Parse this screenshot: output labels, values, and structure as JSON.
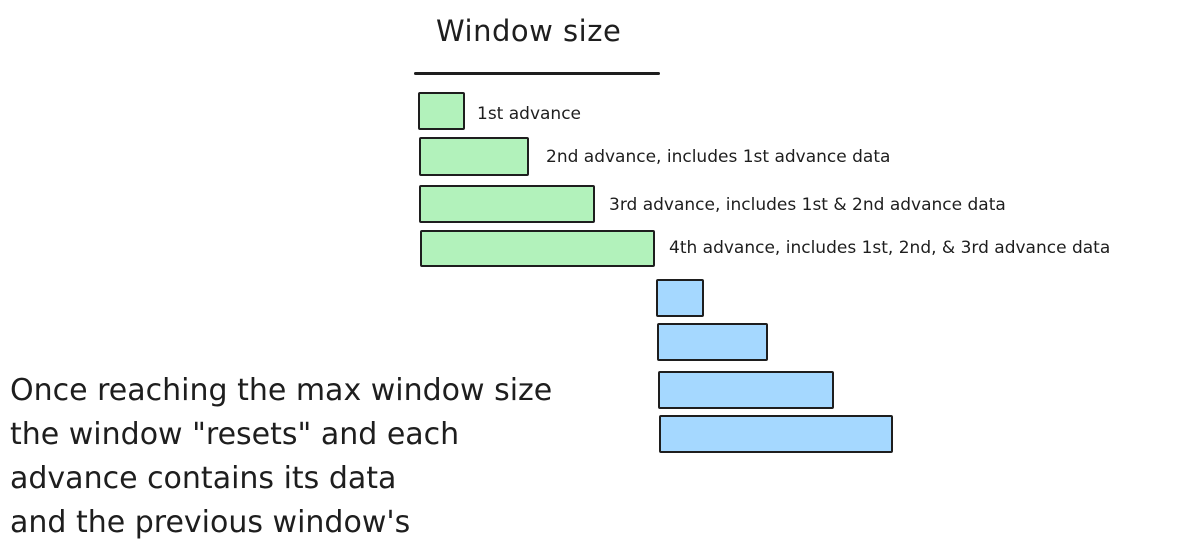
{
  "title": "Window size",
  "advances": [
    {
      "label": "1st advance"
    },
    {
      "label": "2nd advance, includes 1st advance data"
    },
    {
      "label": "3rd advance, includes 1st & 2nd advance data"
    },
    {
      "label": "4th advance, includes 1st, 2nd, & 3rd advance data"
    }
  ],
  "note_lines": [
    "Once reaching the max window size",
    "the window \"resets\" and each",
    "advance contains its data",
    "and the previous window's"
  ],
  "colors": {
    "first_window": "#b2f2bb",
    "second_window": "#a5d8ff",
    "stroke": "#1e1e1e"
  }
}
